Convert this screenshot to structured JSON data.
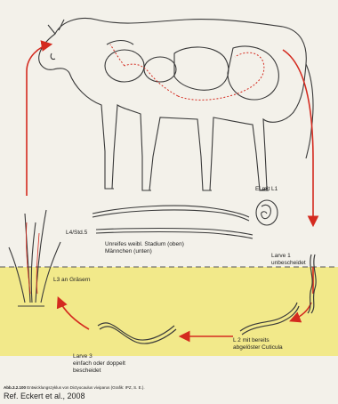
{
  "figure": {
    "labels": {
      "egg": "Ei mit L1",
      "l4": "L4/Std.5",
      "immature": [
        "Unreifes weibl. Stadium (oben)",
        "Männchen (unten)"
      ],
      "larva1": [
        "Larve 1",
        "unbescheidet"
      ],
      "l3_grass": "L3 an Gräsern",
      "larva3": [
        "Larve 3",
        "einfach oder doppelt",
        "bescheidet"
      ],
      "l2": [
        "L 2 mit bereits",
        "abgelöster Cuticula"
      ]
    },
    "caption": {
      "number": "Abb.3.2.100",
      "text": "Entwicklungszyklus von Dictyocaulus viviparus (Grafik: IPZ, S. E.)."
    },
    "reference": "Ref. Eckert et al., 2008"
  },
  "colors": {
    "paper": "#f3f1ea",
    "pasture": "#f2e98a",
    "arrow": "#d42a1f",
    "ink": "#3a3a3a"
  }
}
